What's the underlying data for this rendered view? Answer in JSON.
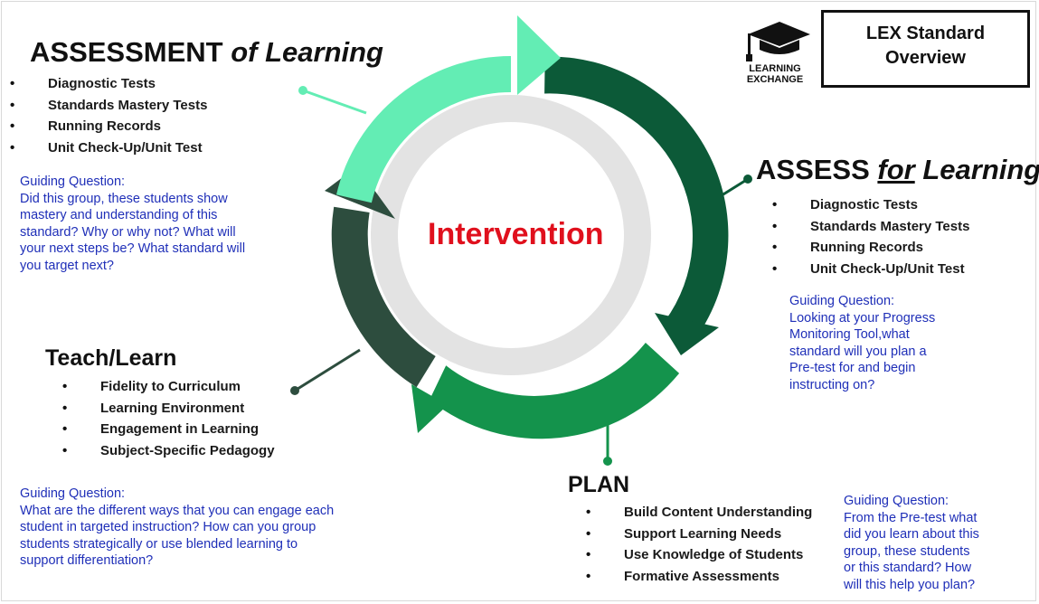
{
  "title": {
    "line1": "LEX Standard",
    "line2": "Overview"
  },
  "logo": {
    "icon": "graduation-cap-icon",
    "line1": "LEARNING",
    "line2": "EXCHANGE"
  },
  "center": {
    "label": "Intervention"
  },
  "assessment_of": {
    "heading_bold": "ASSESSMENT ",
    "heading_italic": "of Learning",
    "items": [
      "Diagnostic Tests",
      "Standards Mastery Tests",
      "Running Records",
      "Unit Check-Up/Unit Test"
    ],
    "guide_label": "Guiding Question:",
    "guide_lines": [
      "Did this group, these students show",
      "mastery and understanding of this",
      "standard?  Why or why not?  What will",
      "your next steps be?  What standard will",
      "you target next?"
    ]
  },
  "assess_for": {
    "heading_bold": "ASSESS ",
    "heading_italic_underlined": "for",
    "heading_italic": " Learning",
    "items": [
      "Diagnostic Tests",
      "Standards Mastery Tests",
      "Running Records",
      "Unit Check-Up/Unit Test"
    ],
    "guide_label": "Guiding Question:",
    "guide_lines": [
      "Looking at your Progress",
      "Monitoring Tool,what",
      "standard will you plan a",
      "Pre-test for and begin",
      "instructing on?"
    ]
  },
  "teach": {
    "heading": "Teach/Learn",
    "items": [
      "Fidelity to Curriculum",
      "Learning Environment",
      "Engagement in Learning",
      "Subject-Specific Pedagogy"
    ],
    "guide_label": "Guiding Question:",
    "guide_lines": [
      "What are the different ways that you can engage each",
      "student in targeted instruction? How can you group",
      "students strategically or  use blended learning to",
      "support differentiation?"
    ]
  },
  "plan": {
    "heading": "PLAN",
    "items": [
      "Build Content Understanding",
      "Support Learning Needs",
      "Use Knowledge of Students",
      "Formative Assessments"
    ],
    "guide_label": "Guiding Question:",
    "guide_lines": [
      "From the Pre-test what",
      "did you learn about this",
      "group, these students",
      "or this standard?  How",
      "will this help you plan?"
    ]
  },
  "colors": {
    "segment_assessment_of": "#63edb4",
    "segment_assess_for": "#0c5a38",
    "segment_plan": "#14934c",
    "segment_teach": "#2d4d3e",
    "inner_ring": "#e3e3e3",
    "guide_text": "#1f2fb8",
    "center_label": "#e0101d"
  }
}
